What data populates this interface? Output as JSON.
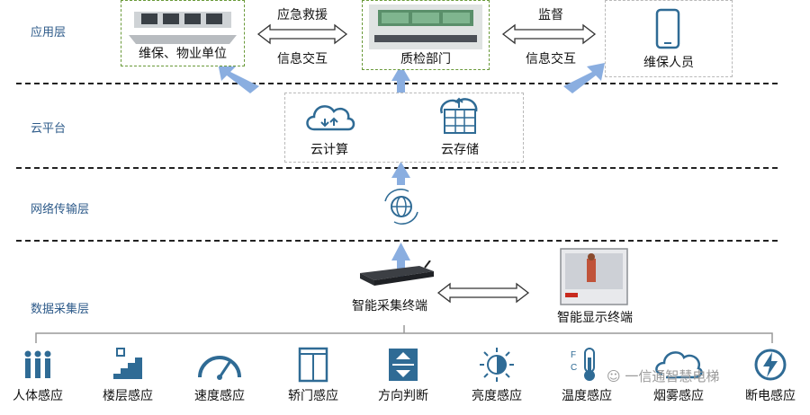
{
  "colors": {
    "arrow": "#8aaee0",
    "icon": "#2f6b95",
    "dash": "#222222",
    "box_green": "#6a9a3a",
    "box_grey": "#b9b9b9",
    "layer_text": "#2e5b8a"
  },
  "layers": [
    {
      "label": "应用层"
    },
    {
      "label": "云平台"
    },
    {
      "label": "网络传输层"
    },
    {
      "label": "数据采集层"
    }
  ],
  "application": {
    "maintenance_unit": "维保、物业单位",
    "quality_dept": "质检部门",
    "maintenance_staff": "维保人员",
    "link_left_top": "应急救援",
    "link_left_bottom": "信息交互",
    "link_right_top": "监督",
    "link_right_bottom": "信息交互"
  },
  "cloud": {
    "compute": "云计算",
    "storage": "云存储"
  },
  "collection": {
    "terminal": "智能采集终端",
    "display": "智能显示终端"
  },
  "sensors": [
    {
      "label": "人体感应",
      "icon": "people-icon"
    },
    {
      "label": "楼层感应",
      "icon": "stairs-icon"
    },
    {
      "label": "速度感应",
      "icon": "speedometer-icon"
    },
    {
      "label": "轿门感应",
      "icon": "elevator-door-icon"
    },
    {
      "label": "方向判断",
      "icon": "direction-icon"
    },
    {
      "label": "亮度感应",
      "icon": "brightness-icon"
    },
    {
      "label": "温度感应",
      "icon": "thermometer-icon"
    },
    {
      "label": "烟雾感应",
      "icon": "smoke-icon"
    },
    {
      "label": "断电感应",
      "icon": "power-off-icon"
    }
  ],
  "watermark": "一信通智慧电梯"
}
